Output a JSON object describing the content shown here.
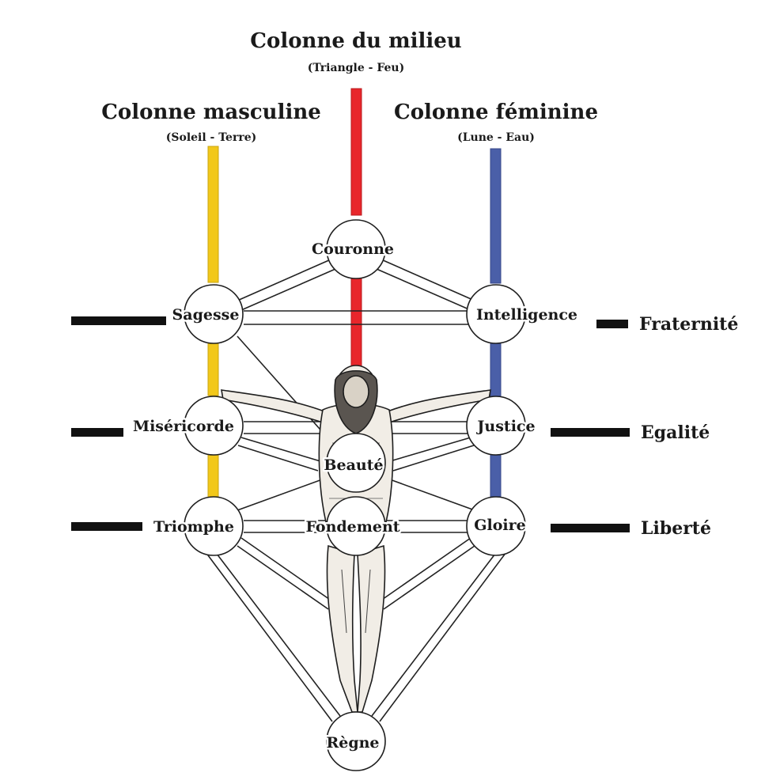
{
  "columns": {
    "middle": {
      "title": "Colonne du milieu",
      "subtitle": "(Triangle - Feu)",
      "color": "#e8262b"
    },
    "masculine": {
      "title": "Colonne masculine",
      "subtitle": "(Soleil - Terre)",
      "color": "#f2c81a"
    },
    "feminine": {
      "title": "Colonne féminine",
      "subtitle": "(Lune - Eau)",
      "color": "#4a5fa8"
    }
  },
  "sephiroth": {
    "couronne": "Couronne",
    "sagesse": "Sagesse",
    "intelligence": "Intelligence",
    "misericorde": "Miséricorde",
    "justice": "Justice",
    "beaute": "Beauté",
    "triomphe": "Triomphe",
    "fondement": "Fondement",
    "gloire": "Gloire",
    "regne": "Règne"
  },
  "virtues": {
    "fraternite": "Fraternité",
    "egalite": "Egalité",
    "liberte": "Liberté"
  },
  "figure": "crucified-figure"
}
